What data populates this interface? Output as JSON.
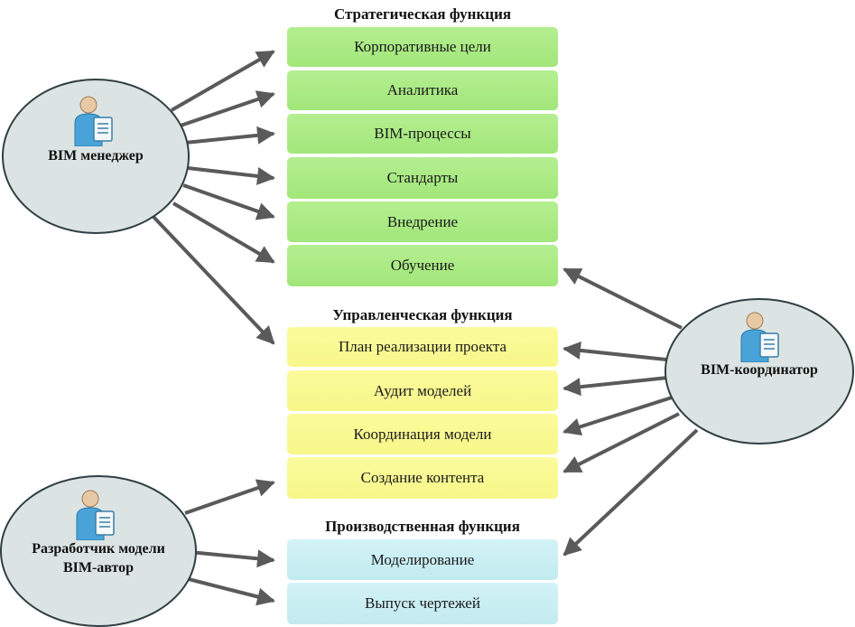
{
  "sections": [
    {
      "title": "Стратегическая функция"
    },
    {
      "title": "Управленческая функция"
    },
    {
      "title": "Производственная функция"
    }
  ],
  "functions": {
    "strategic": [
      "Корпоративные цели",
      "Аналитика",
      "BIM-процессы",
      "Стандарты",
      "Внедрение",
      "Обучение"
    ],
    "managerial": [
      "План реализации проекта",
      "Аудит моделей",
      "Координация модели",
      "Создание контента"
    ],
    "production": [
      "Моделирование",
      "Выпуск чертежей"
    ]
  },
  "actors": {
    "manager": {
      "label": "BIM менеджер"
    },
    "coordinator": {
      "label": "BIM-координатор"
    },
    "author": {
      "line1": "Разработчик модели",
      "line2": "BIM-автор"
    }
  },
  "colors": {
    "strategic": "#a8e882",
    "managerial": "#f9f993",
    "production": "#c8edf2",
    "actor_fill": "#dbe4e2",
    "arrow": "#5a5a5a"
  },
  "icons": [
    "person-with-document-icon"
  ]
}
